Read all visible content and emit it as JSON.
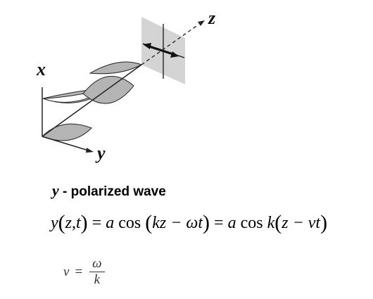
{
  "axes": {
    "x_label": "x",
    "y_label": "y",
    "z_label": "z"
  },
  "caption": {
    "variable": "y",
    "text": " - polarized wave"
  },
  "equation": {
    "lhs_func": "y",
    "lhs_args": "z,t",
    "equals": "=",
    "amplitude": "a",
    "cos": "cos",
    "phase_1": "kz − ωt",
    "k": "k",
    "phase_2": "z − vt"
  },
  "velocity": {
    "lhs": "v",
    "equals": "=",
    "numerator": "ω",
    "denominator": "k"
  },
  "colors": {
    "wave_fill": "#b4b4b4",
    "plane_fill": "#d4d4d4",
    "stroke": "#222222"
  }
}
